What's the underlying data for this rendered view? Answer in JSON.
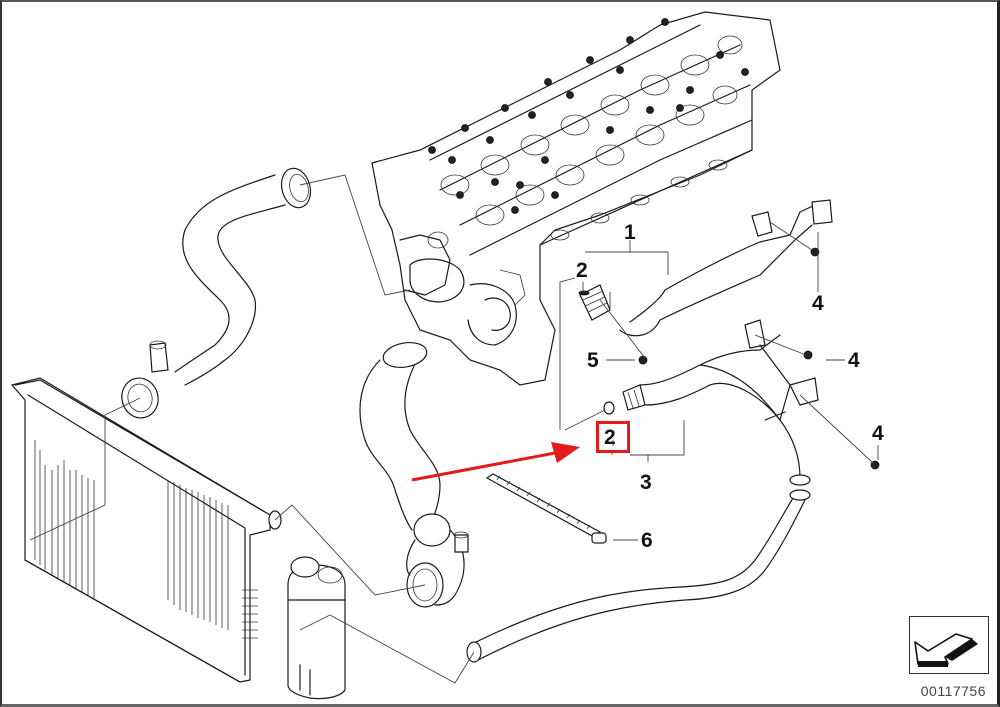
{
  "diagram": {
    "type": "exploded-parts-diagram",
    "subject": "engine cooling system hoses and pipes",
    "part_number": "00117756",
    "highlighted_callout": "2",
    "accent_color": "#e21c1c",
    "callouts": [
      {
        "id": "c1",
        "label": "1",
        "part": "coolant pipe (upper)"
      },
      {
        "id": "c2a",
        "label": "2",
        "part": "o-ring (upper pipe)"
      },
      {
        "id": "c2b",
        "label": "2",
        "part": "o-ring (lower pipe)",
        "highlighted": true
      },
      {
        "id": "c3",
        "label": "3",
        "part": "coolant pipe (lower)"
      },
      {
        "id": "c4a",
        "label": "4",
        "part": "bolt"
      },
      {
        "id": "c4b",
        "label": "4",
        "part": "bolt"
      },
      {
        "id": "c4c",
        "label": "4",
        "part": "bolt"
      },
      {
        "id": "c5",
        "label": "5",
        "part": "plug"
      },
      {
        "id": "c6",
        "label": "6",
        "part": "cable tie"
      }
    ],
    "components": [
      "cylinder-head",
      "radiator",
      "upper-radiator-hose",
      "lower-radiator-hose",
      "expansion-tank",
      "expansion-tank-hose",
      "water-pump-thermostat"
    ],
    "nav_icon": "arrow-back-icon"
  }
}
